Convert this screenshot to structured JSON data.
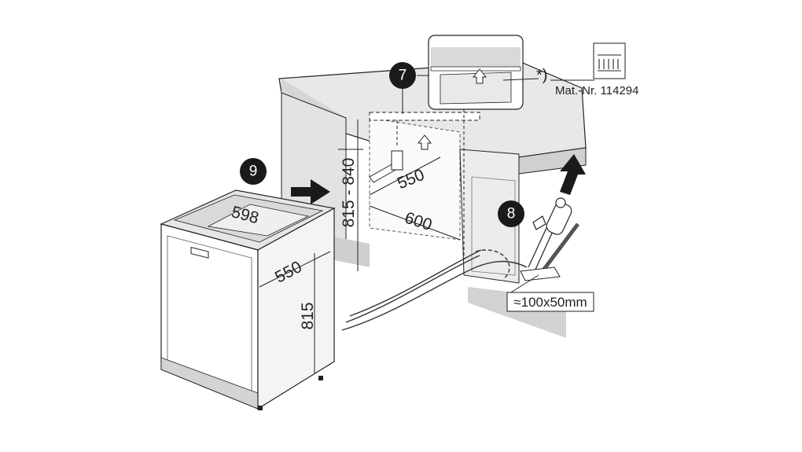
{
  "steps": {
    "step7": "7",
    "step8": "8",
    "step9": "9"
  },
  "dimensions": {
    "appliance_width": "598",
    "appliance_depth": "550",
    "appliance_height": "815",
    "niche_depth": "550",
    "niche_width": "600",
    "niche_height": "815 - 840",
    "hole_size": "≈100x50mm"
  },
  "annotation": {
    "asterisk": "*)",
    "material_number": "Mat.-Nr. 114294"
  },
  "colors": {
    "line": "#222222",
    "surface": "#e6e6e6",
    "shade": "#cfcfcf",
    "badge": "#1a1a1a"
  }
}
